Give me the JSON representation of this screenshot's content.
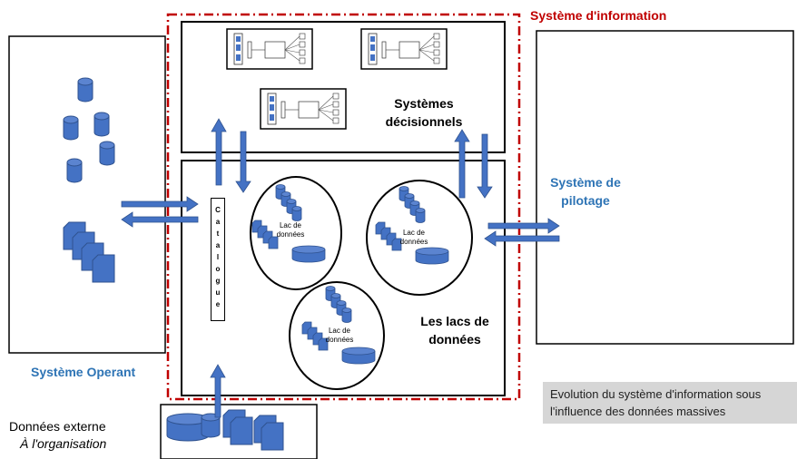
{
  "labels": {
    "systeme_information": "Système d'information",
    "systeme_pilotage": "Système de pilotage",
    "systeme_operant": "Système Operant",
    "systemes_decisionnels": "Systèmes décisionnels",
    "lacs_de_donnees": "Les lacs de données",
    "donnees_externe": "Données externe",
    "a_organisation": "À l'organisation",
    "catalogue_letters": [
      "C",
      "a",
      "t",
      "a",
      "l",
      "o",
      "g",
      "u",
      "e"
    ],
    "lac_label": "Lac de données"
  },
  "note": "Evolution du système d'information sous l'influence des données massives",
  "colors": {
    "accent_blue": "#2e74b5",
    "shape_blue": "#4472c4",
    "frame_red": "#c00000",
    "note_bg": "#d6d6d6"
  },
  "icons": [
    "database-cylinder-icon",
    "document-stack-icon",
    "double-arrow-icon",
    "process-diagram-icon"
  ]
}
